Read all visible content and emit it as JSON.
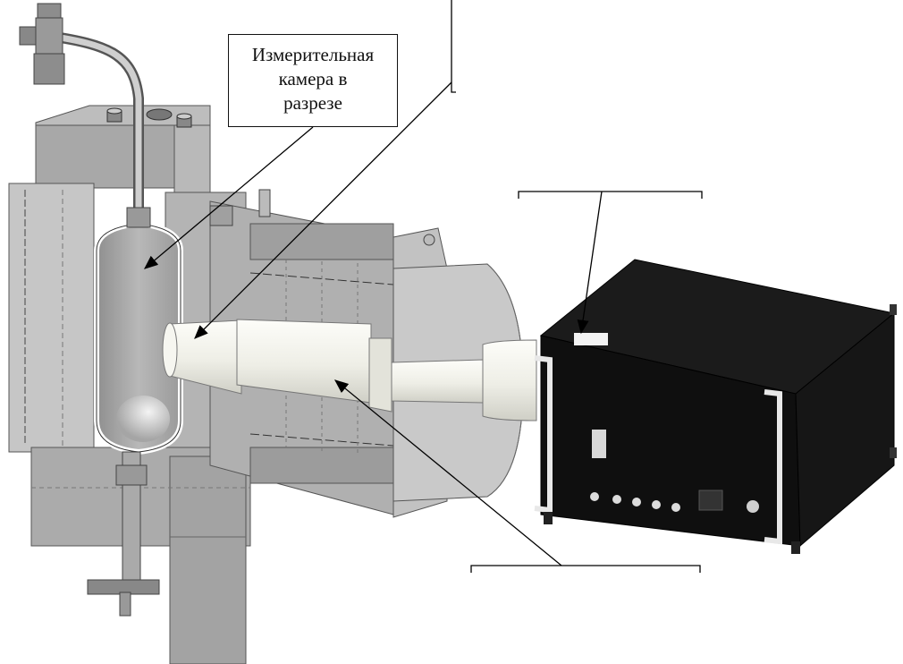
{
  "callout": {
    "line1": "Измерительная",
    "line2": "камера в",
    "line3": "разрезе"
  },
  "colors": {
    "metal_light": "#d4d4d4",
    "metal_mid": "#a9a9a9",
    "metal_dark": "#8a8a8a",
    "ceramic": "#f2f2ec",
    "electronics_box": "#111111",
    "handle": "#e8e8e8",
    "line": "#000000"
  }
}
